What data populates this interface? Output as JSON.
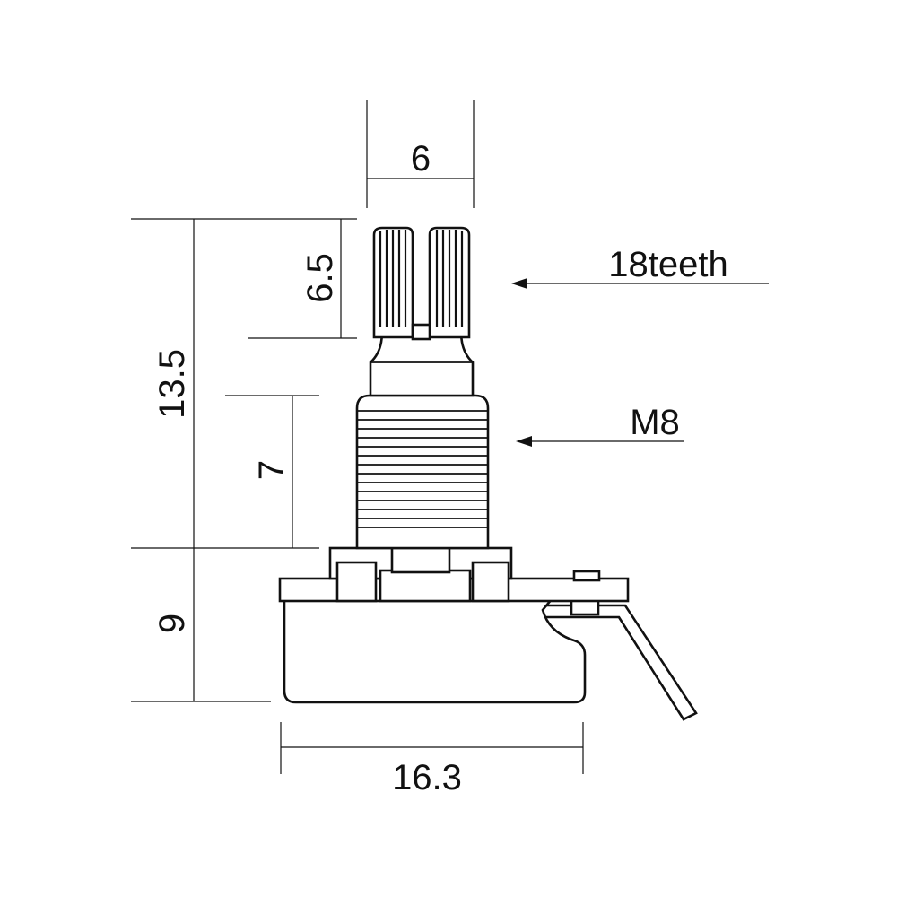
{
  "dimensions": {
    "shaft_width": "6",
    "knurl_height": "6.5",
    "total_shaft_height": "13.5",
    "thread_height": "7",
    "body_height": "9",
    "body_width": "16.3"
  },
  "callouts": {
    "teeth": "18teeth",
    "thread": "M8"
  },
  "colors": {
    "ink": "#111111",
    "background": "#ffffff"
  }
}
